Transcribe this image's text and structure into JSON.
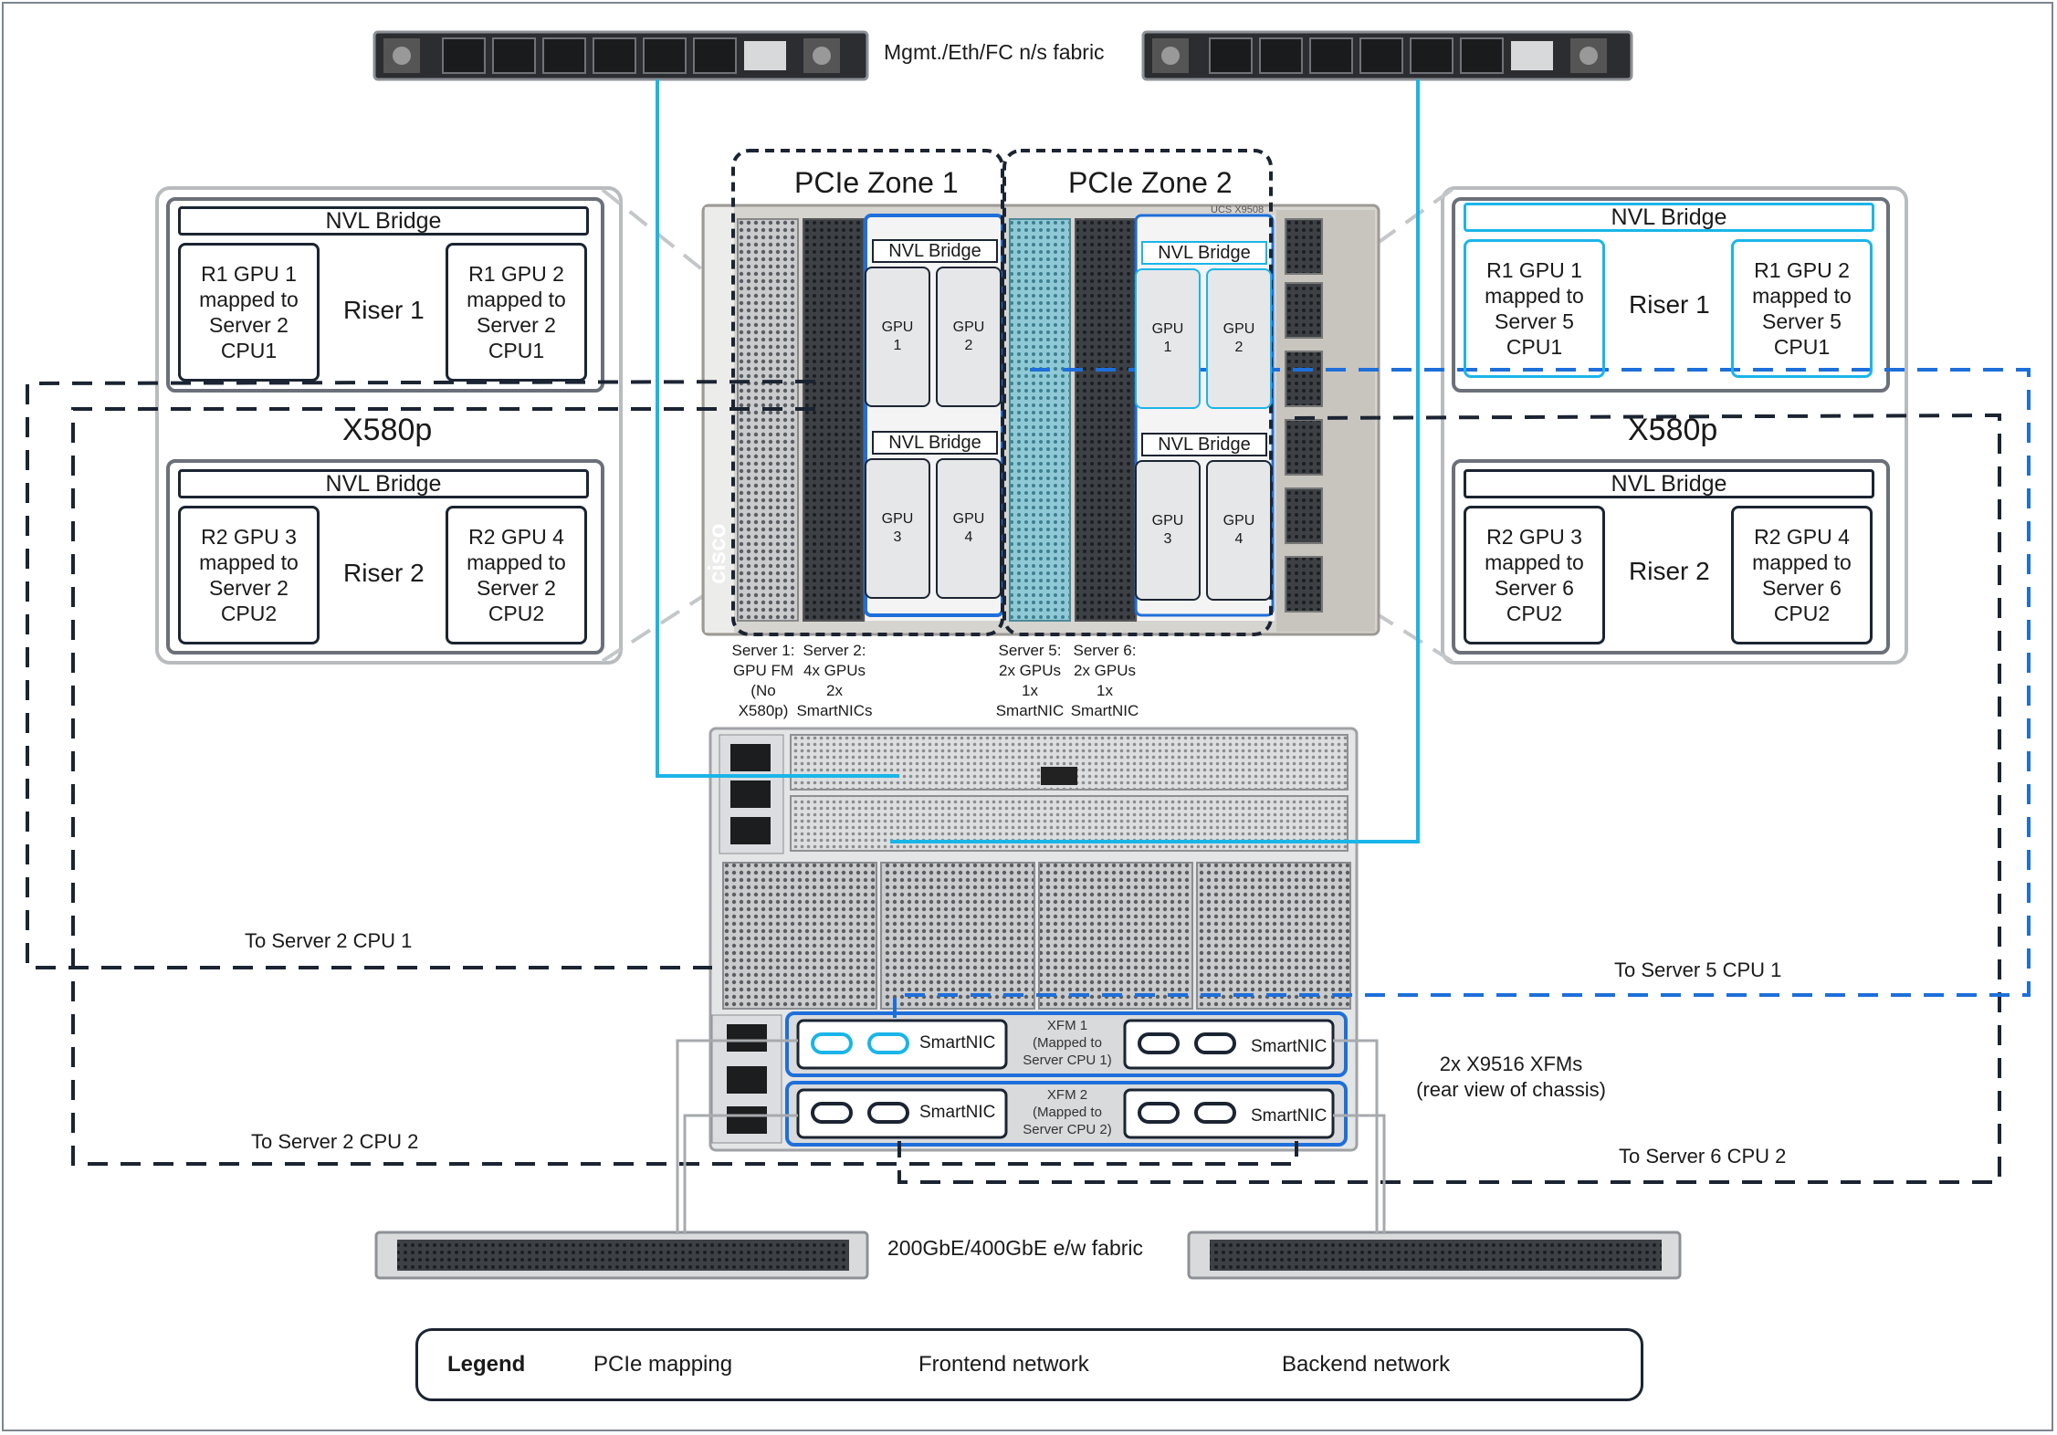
{
  "fabric": {
    "top_label": "Mgmt./Eth/FC n/s fabric",
    "bottom_label": "200GbE/400GbE e/w fabric"
  },
  "zones": {
    "zone1": "PCIe Zone 1",
    "zone2": "PCIe Zone 2"
  },
  "chassis": {
    "brand": "cisco",
    "model_label": "UCS X9508"
  },
  "inner_gpu": {
    "nvl_bridge": "NVL Bridge",
    "gpu1": "GPU\n1",
    "gpu2": "GPU\n2",
    "gpu3": "GPU\n3",
    "gpu4": "GPU\n4"
  },
  "left_panel": {
    "x580": "X580p",
    "riser1": {
      "bridge": "NVL Bridge",
      "label": "Riser 1",
      "gpu_a": "R1 GPU 1\nmapped to\nServer 2\nCPU1",
      "gpu_b": "R1 GPU 2\nmapped to\nServer 2\nCPU1"
    },
    "riser2": {
      "bridge": "NVL Bridge",
      "label": "Riser 2",
      "gpu_a": "R2 GPU 3\nmapped to\nServer 2\nCPU2",
      "gpu_b": "R2 GPU 4\nmapped to\nServer 2\nCPU2"
    }
  },
  "right_panel": {
    "x580": "X580p",
    "riser1": {
      "bridge": "NVL Bridge",
      "label": "Riser 1",
      "gpu_a": "R1 GPU 1\nmapped to\nServer 5\nCPU1",
      "gpu_b": "R1 GPU 2\nmapped to\nServer 5\nCPU1"
    },
    "riser2": {
      "bridge": "NVL Bridge",
      "label": "Riser 2",
      "gpu_a": "R2 GPU 3\nmapped to\nServer 6\nCPU2",
      "gpu_b": "R2 GPU 4\nmapped to\nServer 6\nCPU2"
    }
  },
  "servers": {
    "s1": "Server 1:\nGPU FM\n(No\nX580p)",
    "s2": "Server 2:\n4x GPUs\n2x\nSmartNICs",
    "s5": "Server 5:\n2x GPUs\n1x\nSmartNIC",
    "s6": "Server 6:\n2x GPUs\n1x\nSmartNIC"
  },
  "links": {
    "to_s2_cpu1": "To Server 2 CPU 1",
    "to_s2_cpu2": "To Server 2 CPU 2",
    "to_s5_cpu1": "To Server 5 CPU 1",
    "to_s6_cpu2": "To Server 6 CPU 2"
  },
  "xfm": {
    "xfm1": "XFM 1\n(Mapped to\nServer CPU 1)",
    "xfm2": "XFM 2\n(Mapped to\nServer CPU 2)",
    "smartnic": "SmartNIC",
    "side_label": "2x X9516 XFMs\n(rear view of chassis)"
  },
  "legend": {
    "title": "Legend",
    "pcie": "PCIe mapping",
    "frontend": "Frontend network",
    "backend": "Backend network"
  },
  "colors": {
    "navy": "#1b2432",
    "cyan": "#1ab5e8",
    "blue": "#1e6fd9",
    "gray_line": "#a7aaad",
    "panel_border": "#b9bcbf"
  }
}
